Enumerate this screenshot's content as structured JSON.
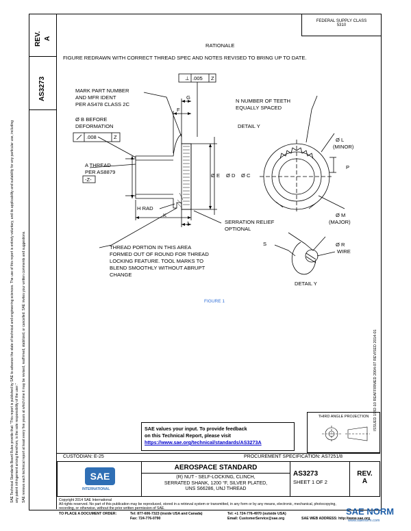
{
  "side": {
    "rev_label": "REV.",
    "rev_value": "A",
    "doc_number": "AS3273",
    "disclaimer_1": "SAE Technical Standards Board Rules provide that: \"This report is published by SAE to advance the state of technical and engineering sciences. The use of this report is entirely voluntary, and its applicability and suitability for any particular use, including any patent infringement arising therefrom, is the sole responsibility of the user.\"",
    "disclaimer_2": "SAE reviews each technical report at least every five years at which time it may be revised, reaffirmed, stabilized, or cancelled. SAE invites your written comments and suggestions.",
    "issue_dates": "ISSUED 1992-10   REAFFIRMED 2004-07   REVISED 2014-01"
  },
  "top_right_box": [
    "FEDERAL SUPPLY CLASS",
    "5310"
  ],
  "rationale": {
    "heading": "RATIONALE",
    "text": "FIGURE REDRAWN WITH CORRECT THREAD SPEC AND NOTES REVISED TO BRING UP TO DATE."
  },
  "drawing": {
    "tol_perp": [
      "⊥",
      ".005",
      "Z"
    ],
    "tol_flat": [
      ".008",
      "Z"
    ],
    "mark_part": [
      "MARK PART NUMBER",
      "AND MFR IDENT",
      "PER AS478 CLASS 2C"
    ],
    "b_before": [
      "Ø B BEFORE",
      "DEFORMATION"
    ],
    "a_thread": [
      "A THREAD",
      "PER AS8879"
    ],
    "datum_z": "-Z-",
    "dim_g": "G",
    "dim_f": "F",
    "dim_e": "Ø E",
    "dim_d": "Ø D",
    "dim_c": "Ø C",
    "dim_h": "H RAD",
    "dim_k": "K",
    "dim_j": "J",
    "serration": [
      "SERRATION RELIEF",
      "OPTIONAL"
    ],
    "thread_portion": [
      "THREAD PORTION IN THIS AREA",
      "FORMED OUT OF ROUND FOR THREAD",
      "LOCKING FEATURE. TOOL MARKS TO",
      "BLEND SMOOTHLY WITHOUT ABRUPT",
      "CHANGE"
    ],
    "teeth": [
      "N NUMBER OF TEETH",
      "EQUALLY SPACED"
    ],
    "detail_y_ref": "DETAIL Y",
    "dim_l": [
      "Ø L",
      "(MINOR)"
    ],
    "dim_p": "P",
    "dim_m": [
      "Ø M",
      "(MAJOR)"
    ],
    "dim_r": [
      "Ø R",
      "WIRE"
    ],
    "dim_s": "S",
    "detail_y_title": "DETAIL Y",
    "figure_label": "FIGURE 1"
  },
  "feedback": {
    "line1": "SAE values your input. To provide feedback",
    "line2": "on this Technical Report, please visit",
    "url": "https://www.sae.org/technical/standards/AS3273A"
  },
  "projection": "THIRD ANGLE PROJECTION",
  "custodian": "CUSTODIAN: E-25",
  "procurement": "PROCUREMENT SPECIFICATION: AS7251/8",
  "title_block": {
    "sae_logo": "SAE",
    "sae_logo_sub": "INTERNATIONAL",
    "standard": "AEROSPACE STANDARD",
    "description": [
      "(R) NUT - SELF-LOCKING, CLINCH,",
      "SERRATED SHANK, 1200 °F, SILVER PLATED,",
      "UNS S66286, UNJ THREAD"
    ],
    "doc_number": "AS3273",
    "sheet": "SHEET 1 OF 2",
    "rev_label": "REV.",
    "rev_value": "A"
  },
  "footer": {
    "copyright": "Copyright 2014 SAE International",
    "rights": "All rights reserved. No part of this publication may be reproduced, stored in a retrieval system or transmitted, in any form or by any means, electronic, mechanical, photocopying,",
    "rights2": "recording, or otherwise, without the prior written permission of SAE.",
    "order_label": "TO PLACE A DOCUMENT ORDER:",
    "tel1": "Tel: 877-606-7323 (inside USA and Canada)",
    "fax1": "Fax: 724-776-0790",
    "tel2": "Tel: +1 724-776-4970 (outside USA)",
    "email": "Email: CustomerService@sae.org",
    "web": "SAE WEB ADDRESS: http://www.sae.org"
  },
  "watermark": "SAE NORM",
  "watermark_sub": "www.saenorm.com"
}
